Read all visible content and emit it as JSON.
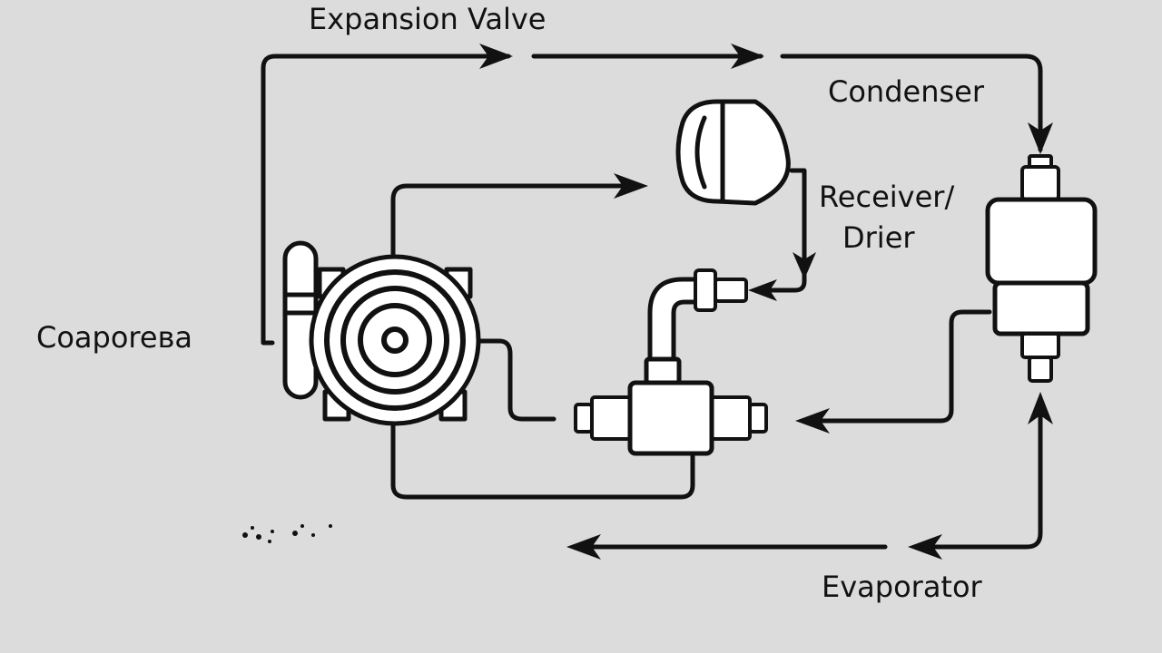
{
  "labels": {
    "expansion_valve": "Expansion Valve",
    "condenser": "Condenser",
    "receiver_line1": "Receiver/",
    "receiver_line2": "Drier",
    "compressor": "Coaporeва",
    "evaporator": "Evaporator"
  },
  "colors": {
    "background": "#dcdcdc",
    "line": "#111111",
    "component_fill": "#ffffff"
  }
}
